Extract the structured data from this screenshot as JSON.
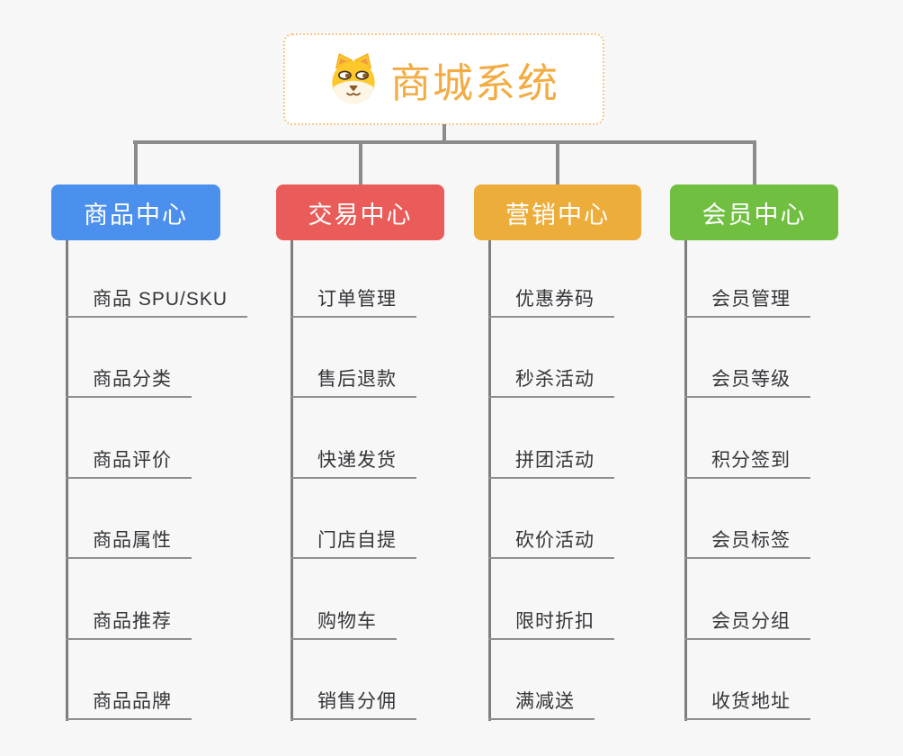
{
  "root": {
    "title": "商城系统",
    "icon": "dog-face-icon",
    "title_color": "#f2ac43",
    "border_color": "#f6c789"
  },
  "connector_color": "#8b8b8b",
  "branches": [
    {
      "label": "商品中心",
      "color": "#4b90ec",
      "items": [
        "商品 SPU/SKU",
        "商品分类",
        "商品评价",
        "商品属性",
        "商品推荐",
        "商品品牌"
      ]
    },
    {
      "label": "交易中心",
      "color": "#e95c59",
      "items": [
        "订单管理",
        "售后退款",
        "快递发货",
        "门店自提",
        "购物车",
        "销售分佣"
      ]
    },
    {
      "label": "营销中心",
      "color": "#edad3b",
      "items": [
        "优惠券码",
        "秒杀活动",
        "拼团活动",
        "砍价活动",
        "限时折扣",
        "满减送"
      ]
    },
    {
      "label": "会员中心",
      "color": "#70bf41",
      "items": [
        "会员管理",
        "会员等级",
        "积分签到",
        "会员标签",
        "会员分组",
        "收货地址"
      ]
    }
  ]
}
